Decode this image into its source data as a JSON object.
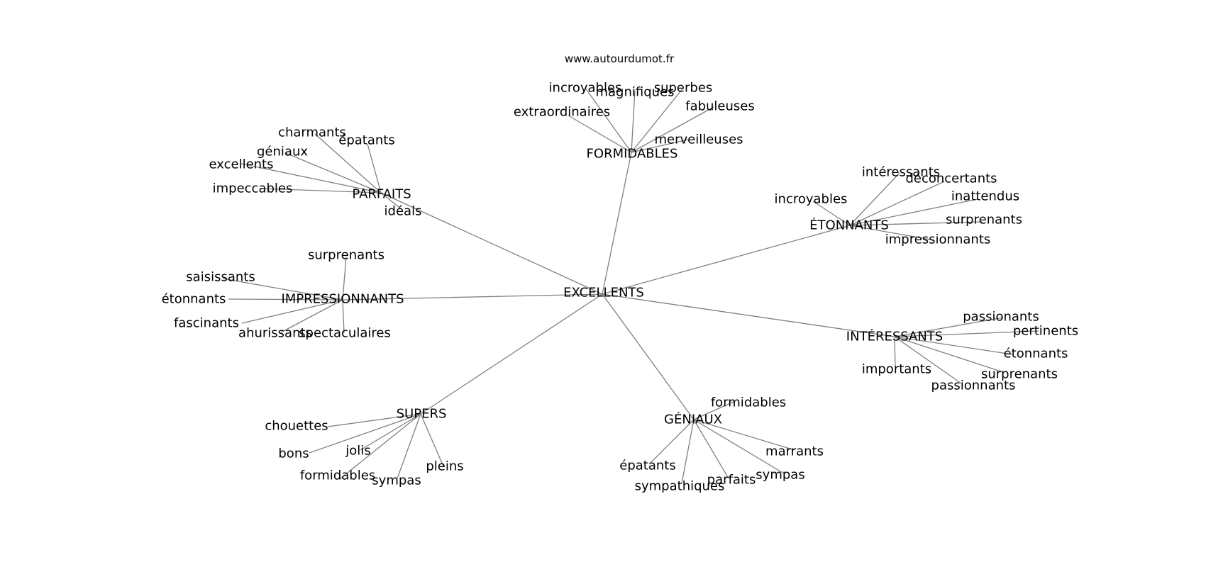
{
  "source": "www.autourdumot.fr",
  "edge_color": "#808080",
  "root": "EXCELLENTS",
  "clusters": [
    {
      "label": "FORMIDABLES",
      "words": [
        "incroyables",
        "magnifiques",
        "superbes",
        "fabuleuses",
        "extraordinaires",
        "merveilleuses"
      ]
    },
    {
      "label": "ÉTONNANTS",
      "words": [
        "intéressants",
        "déconcertants",
        "inattendus",
        "surprenants",
        "impressionnants",
        "incroyables"
      ]
    },
    {
      "label": "INTÉRESSANTS",
      "words": [
        "passionants",
        "pertinents",
        "étonnants",
        "surprenants",
        "passionnants",
        "importants"
      ]
    },
    {
      "label": "GÉNIAUX",
      "words": [
        "formidables",
        "marrants",
        "sympas",
        "parfaits",
        "sympathiques",
        "épatants"
      ]
    },
    {
      "label": "SUPERS",
      "words": [
        "chouettes",
        "bons",
        "jolis",
        "formidables",
        "sympas",
        "pleins"
      ]
    },
    {
      "label": "IMPRESSIONNANTS",
      "words": [
        "surprenants",
        "saisissants",
        "étonnants",
        "fascinants",
        "ahurissants",
        "spectaculaires"
      ]
    },
    {
      "label": "PARFAITS",
      "words": [
        "charmants",
        "épatants",
        "géniaux",
        "excellents",
        "impeccables",
        "idéals"
      ]
    }
  ]
}
